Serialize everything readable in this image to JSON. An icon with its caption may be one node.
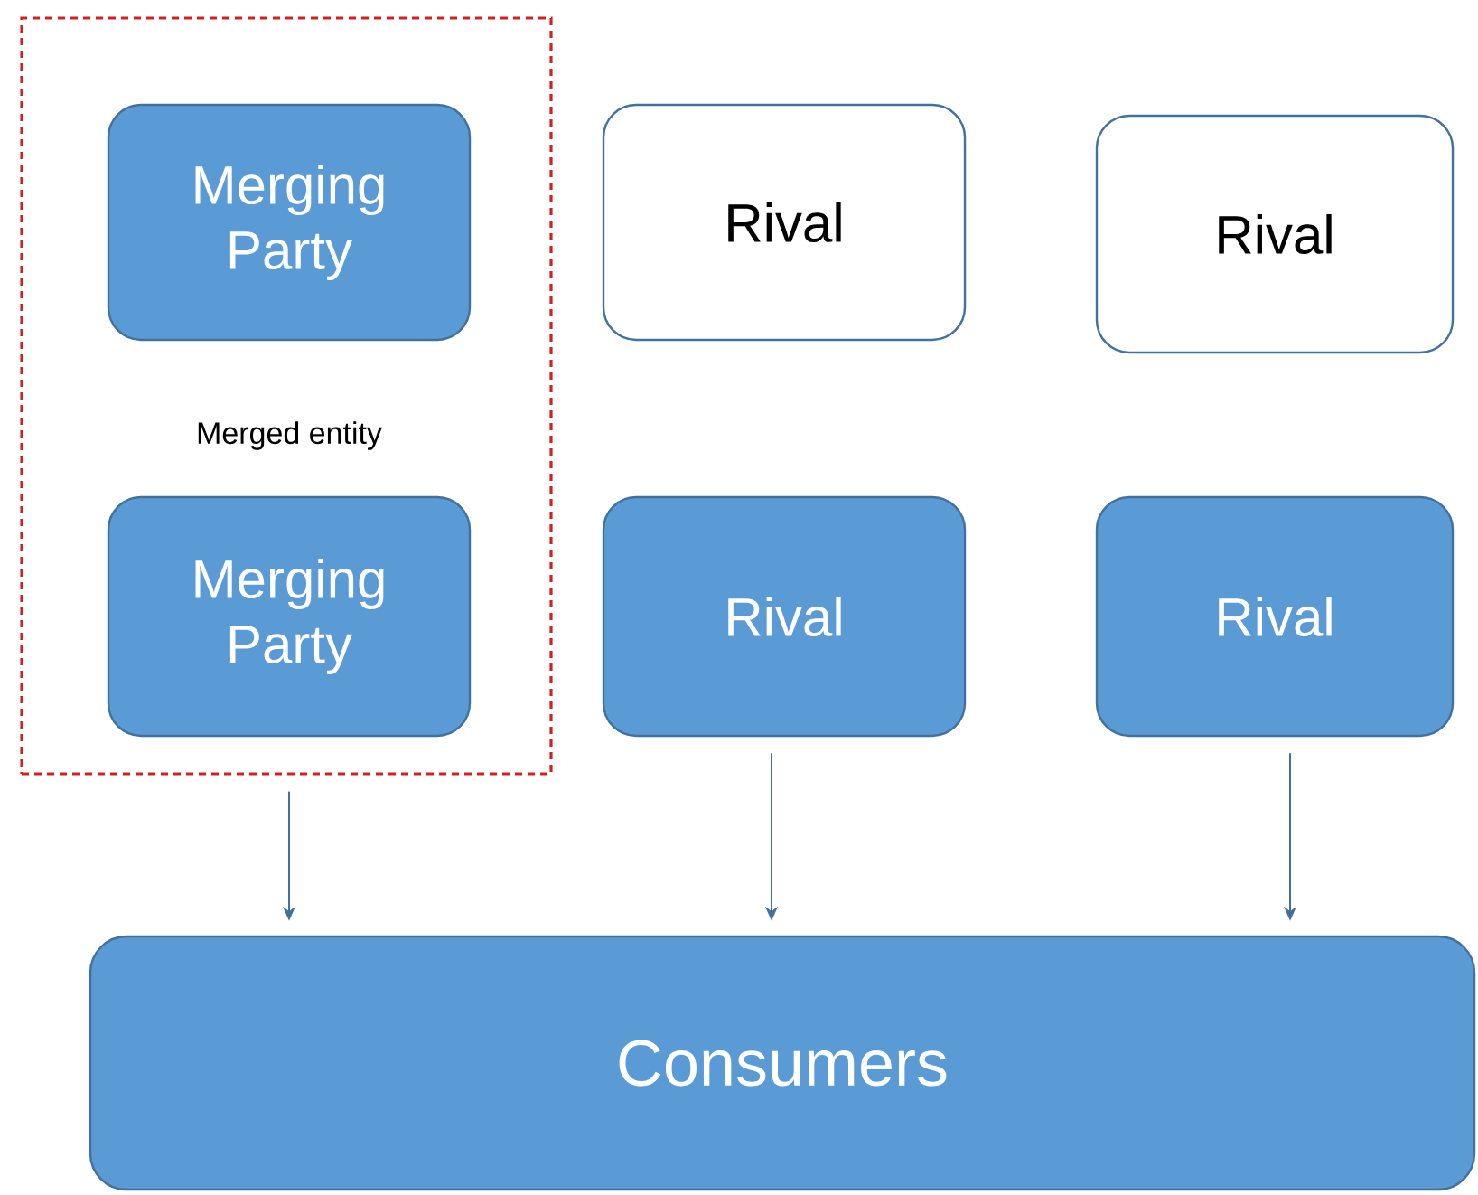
{
  "diagram": {
    "nodes": [
      {
        "text": [
          "Merged entity"
        ]
      },
      {
        "text": [
          "Merging Party"
        ],
        "in": 0
      },
      {
        "text": [
          "Rival"
        ]
      },
      {
        "text": [
          "Rival"
        ]
      },
      {
        "text": [
          "Merging Party"
        ],
        "in": 0
      },
      {
        "text": [
          "Rival"
        ]
      },
      {
        "text": [
          "Rival"
        ]
      },
      {
        "text": [
          "Consumers"
        ]
      }
    ],
    "edges": [
      {
        "from": 0,
        "to": 7,
        "arrow": "to"
      },
      {
        "from": 5,
        "to": 7,
        "arrow": "to"
      },
      {
        "from": 6,
        "to": 7,
        "arrow": "to"
      }
    ]
  }
}
